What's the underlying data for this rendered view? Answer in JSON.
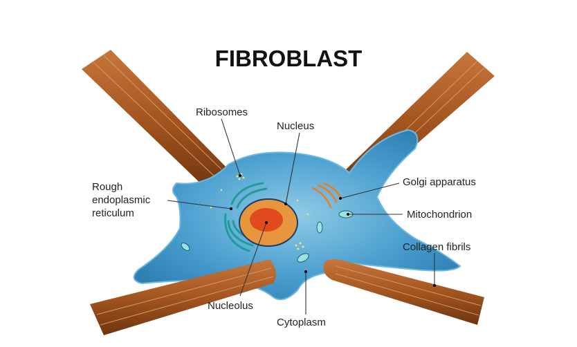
{
  "title": "FIBROBLAST",
  "labels": {
    "ribosomes": "Ribosomes",
    "nucleus": "Nucleus",
    "rer": [
      "Rough",
      "endoplasmic",
      "reticulum"
    ],
    "golgi": "Golgi apparatus",
    "mitochondrion": "Mitochondrion",
    "collagen": "Collagen fibrils",
    "nucleolus": "Nucleolus",
    "cytoplasm": "Cytoplasm"
  },
  "colors": {
    "cell": "#4a9fcf",
    "collagen": "#a85a28",
    "nucleus": "#e8963e",
    "nucleolus": "#e04a1c",
    "er": "#1f9c9a",
    "golgi": "#f07a1e"
  }
}
